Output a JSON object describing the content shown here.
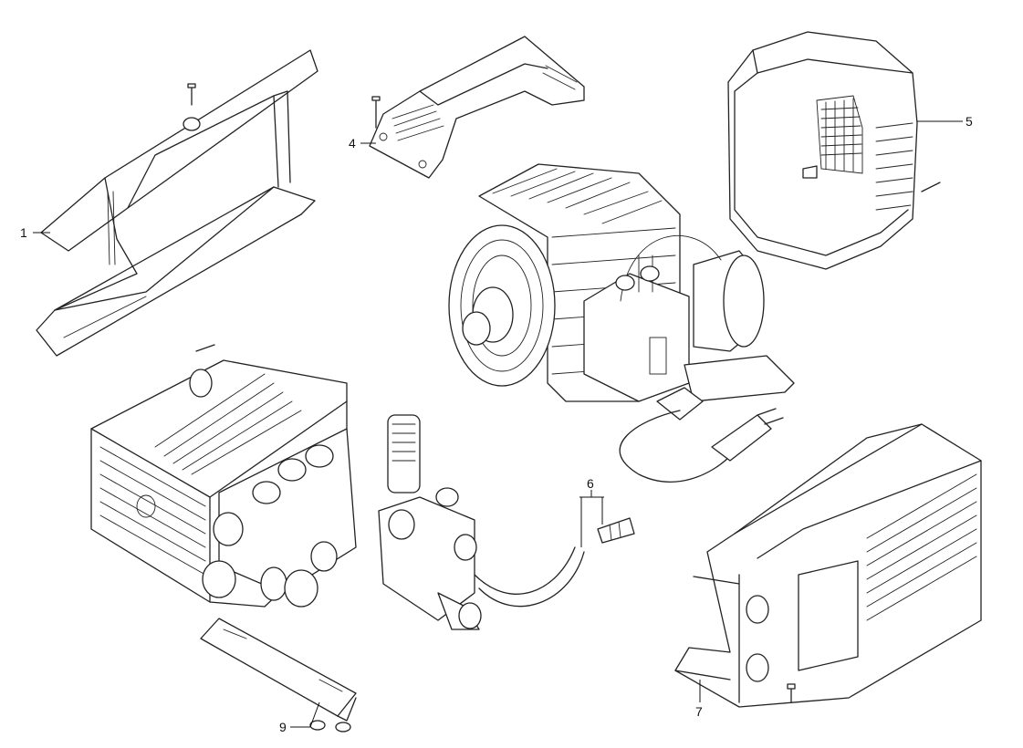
{
  "callouts": [
    {
      "id": "1",
      "label": "1"
    },
    {
      "id": "4",
      "label": "4"
    },
    {
      "id": "5",
      "label": "5"
    },
    {
      "id": "6",
      "label": "6"
    },
    {
      "id": "7",
      "label": "7"
    },
    {
      "id": "9",
      "label": "9"
    }
  ],
  "colors": {
    "line": "#222222",
    "background": "#ffffff"
  }
}
